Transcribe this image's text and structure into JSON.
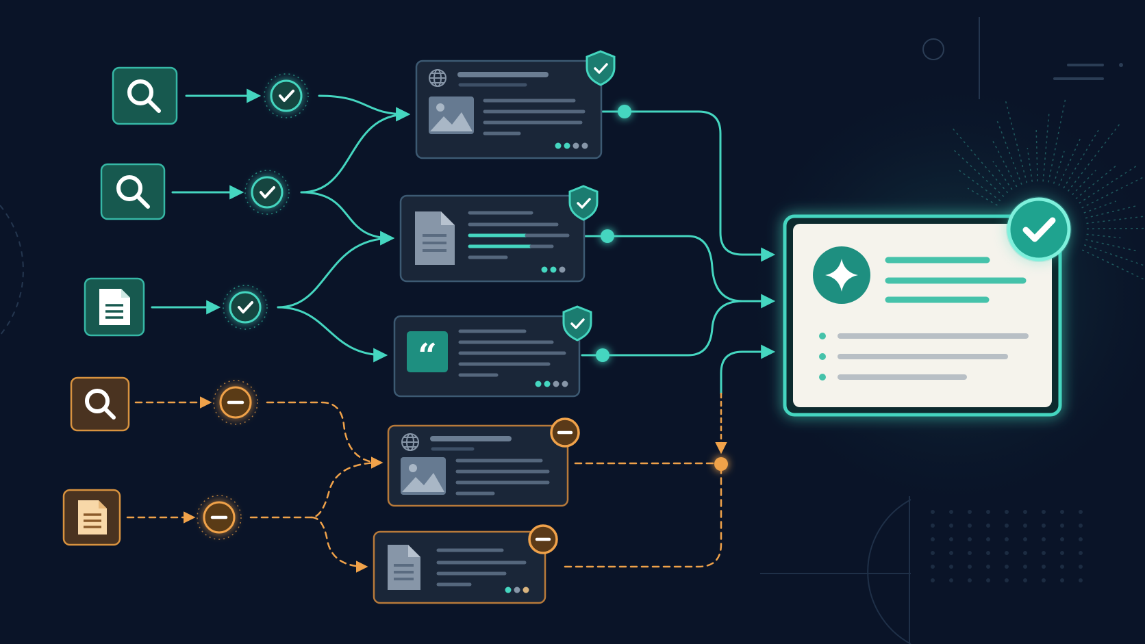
{
  "colors": {
    "background": "#0a1428",
    "teal": "#45d6c0",
    "teal_dark": "#1e8f80",
    "orange": "#f0a24a",
    "card_fill": "#1a2638",
    "card_stroke_teal": "#3d5a73",
    "card_stroke_orange": "#b87a3a",
    "line_grey": "#5b6f86",
    "result_fill": "#f5f3ec",
    "result_text_teal": "#45c2aa",
    "result_line_grey": "#b8bfc5"
  },
  "icons": {
    "search": "search-icon",
    "document": "document-icon",
    "check": "check-icon",
    "minus": "minus-icon",
    "shield": "shield-check-icon",
    "globe": "globe-icon",
    "image": "image-icon",
    "quote": "quote-icon",
    "sparkle": "sparkle-icon"
  },
  "status": {
    "verified": "verified",
    "excluded": "excluded"
  },
  "nodes": {
    "sources": [
      {
        "kind": "search",
        "status": "verified"
      },
      {
        "kind": "search",
        "status": "verified"
      },
      {
        "kind": "document",
        "status": "verified"
      },
      {
        "kind": "search",
        "status": "excluded"
      },
      {
        "kind": "document",
        "status": "excluded"
      }
    ],
    "evidence_cards": [
      {
        "kind": "web-page",
        "status": "verified",
        "dots": 4
      },
      {
        "kind": "document",
        "status": "verified",
        "dots": 3
      },
      {
        "kind": "quote",
        "status": "verified",
        "dots": 4
      },
      {
        "kind": "web-page",
        "status": "excluded",
        "dots": 0
      },
      {
        "kind": "document",
        "status": "excluded",
        "dots": 3
      }
    ],
    "result": {
      "kind": "answer",
      "status": "verified",
      "bullet_count": 3
    }
  }
}
